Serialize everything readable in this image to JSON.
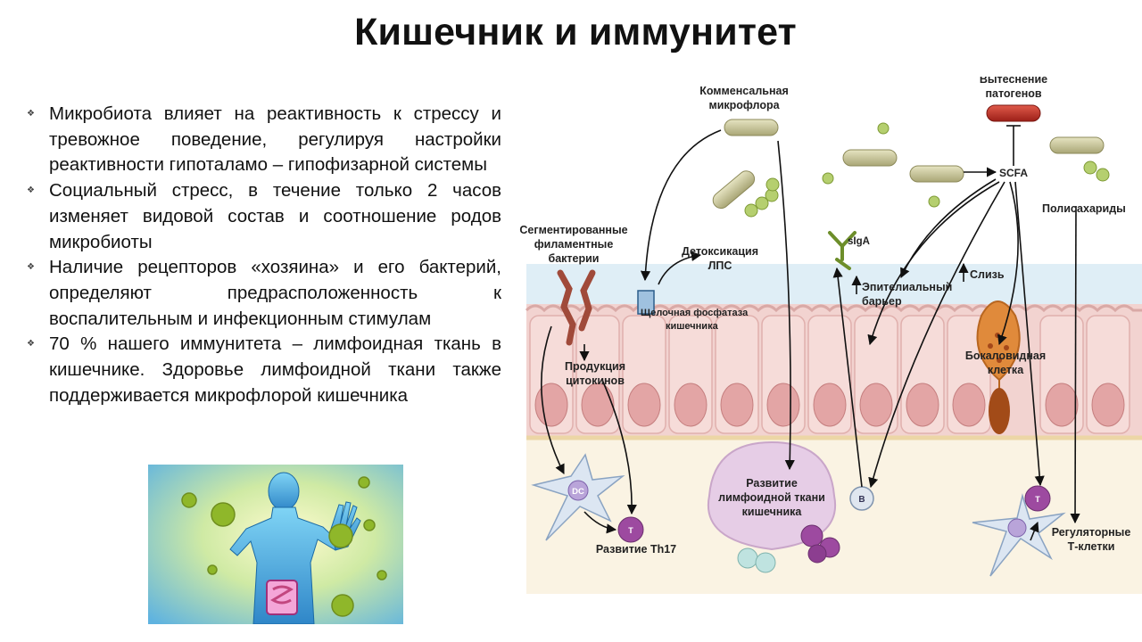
{
  "slide": {
    "title": "Кишечник и иммунитет",
    "bullets": [
      "Микробиота влияет на реактивность к стрессу и тревожное поведение, регулируя настройки реактивности гипоталамо – гипофизарной системы",
      "Социальный стресс, в течение только 2 часов изменяет видовой состав и соотношение родов микробиоты",
      "Наличие рецепторов «хозяина» и его бактерий, определяют предрасположенность к воспалительным и инфекционным стимулам",
      "70 % нашего иммунитета – лимфоидная ткань в кишечнике. Здоровье лимфоидной ткани также поддерживается микрофлорой кишечника"
    ]
  },
  "diagram": {
    "labels": {
      "commensal_1": "Комменсальная",
      "commensal_2": "микрофлора",
      "pathogen_1": "Вытеснение",
      "pathogen_2": "патогенов",
      "scfa": "SCFA",
      "polysaccharides": "Полисахариды",
      "sfb_1": "Сегментированные",
      "sfb_2": "филаментные",
      "sfb_3": "бактерии",
      "detox_1": "Детоксикация",
      "detox_2": "ЛПС",
      "siga": "sIgA",
      "mucus": "Слизь",
      "epithelial_1": "Эпителиальный",
      "epithelial_2": "барьер",
      "phosphatase_1": "Щелочная фосфатаза",
      "phosphatase_2": "кишечника",
      "cytokines_1": "Продукция",
      "cytokines_2": "цитокинов",
      "goblet_1": "Бокаловидная",
      "goblet_2": "клетка",
      "dc": "DC",
      "t": "T",
      "b": "B",
      "th17": "Развитие Th17",
      "lymph_1": "Развитие",
      "lymph_2": "лимфоидной ткани",
      "lymph_3": "кишечника",
      "treg_1": "Регуляторные",
      "treg_2": "Т-клетки"
    }
  },
  "colors": {
    "bacteria": "#c9c79a",
    "coccus": "#b5cf6f",
    "pathogen": "#c0392b",
    "epithelium": "#f2d3d0",
    "nucleus": "#e3a5a5",
    "lamina": "#f5e9cf",
    "lymph_tissue": "#e6cde6",
    "goblet": "#e08a3b"
  }
}
